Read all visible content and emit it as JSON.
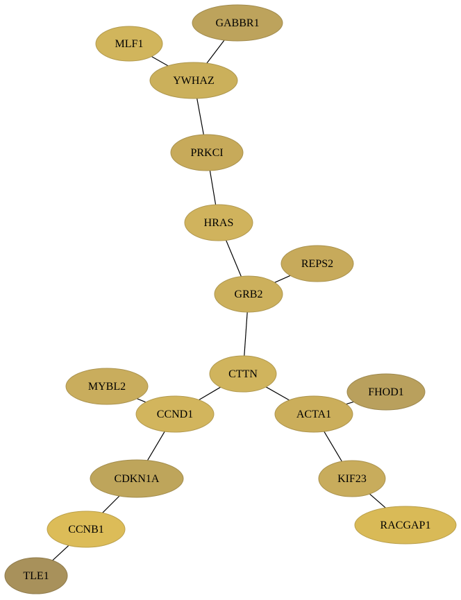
{
  "nodes": [
    {
      "id": "GABBR1",
      "label": "GABBR1",
      "color": "#bda35c"
    },
    {
      "id": "MLF1",
      "label": "MLF1",
      "color": "#d1b55c"
    },
    {
      "id": "YWHAZ",
      "label": "YWHAZ",
      "color": "#cbb05b"
    },
    {
      "id": "PRKCI",
      "label": "PRKCI",
      "color": "#c7aa5a"
    },
    {
      "id": "HRAS",
      "label": "HRAS",
      "color": "#d0b35d"
    },
    {
      "id": "REPS2",
      "label": "REPS2",
      "color": "#c7aa5b"
    },
    {
      "id": "GRB2",
      "label": "GRB2",
      "color": "#ccb05c"
    },
    {
      "id": "CTTN",
      "label": "CTTN",
      "color": "#d0b45d"
    },
    {
      "id": "MYBL2",
      "label": "MYBL2",
      "color": "#c9ad5d"
    },
    {
      "id": "CCND1",
      "label": "CCND1",
      "color": "#d2b55d"
    },
    {
      "id": "FHOD1",
      "label": "FHOD1",
      "color": "#b9a05d"
    },
    {
      "id": "ACTA1",
      "label": "ACTA1",
      "color": "#cbae5b"
    },
    {
      "id": "CDKN1A",
      "label": "CDKN1A",
      "color": "#bea55b"
    },
    {
      "id": "KIF23",
      "label": "KIF23",
      "color": "#c8ac5c"
    },
    {
      "id": "CCNB1",
      "label": "CCNB1",
      "color": "#dcbc58"
    },
    {
      "id": "RACGAP1",
      "label": "RACGAP1",
      "color": "#d9ba57"
    },
    {
      "id": "TLE1",
      "label": "TLE1",
      "color": "#a8915b"
    }
  ],
  "edges": [
    [
      "GABBR1",
      "YWHAZ"
    ],
    [
      "MLF1",
      "YWHAZ"
    ],
    [
      "YWHAZ",
      "PRKCI"
    ],
    [
      "PRKCI",
      "HRAS"
    ],
    [
      "HRAS",
      "GRB2"
    ],
    [
      "REPS2",
      "GRB2"
    ],
    [
      "GRB2",
      "CTTN"
    ],
    [
      "CTTN",
      "CCND1"
    ],
    [
      "CTTN",
      "ACTA1"
    ],
    [
      "MYBL2",
      "CCND1"
    ],
    [
      "FHOD1",
      "ACTA1"
    ],
    [
      "CCND1",
      "CDKN1A"
    ],
    [
      "ACTA1",
      "KIF23"
    ],
    [
      "CDKN1A",
      "CCNB1"
    ],
    [
      "KIF23",
      "RACGAP1"
    ],
    [
      "CCNB1",
      "TLE1"
    ]
  ]
}
